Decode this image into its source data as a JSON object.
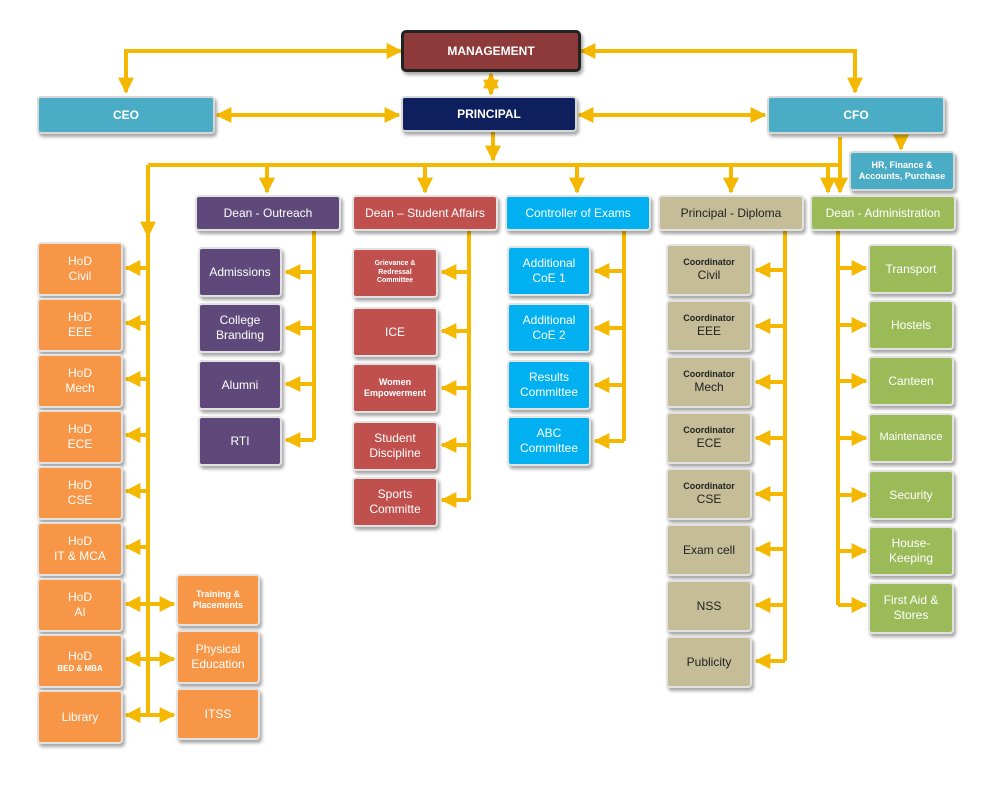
{
  "top": {
    "management": "MANAGEMENT",
    "principal": "PRINCIPAL",
    "ceo": "CEO",
    "cfo": "CFO",
    "hr_finance": "HR, Finance &\nAccounts, Purchase"
  },
  "headers": {
    "outreach": "Dean - Outreach",
    "student_affairs": "Dean – Student Affairs",
    "exams": "Controller of  Exams",
    "diploma": "Principal - Diploma",
    "administration": "Dean - Administration"
  },
  "hods": [
    "HoD\nCivil",
    "HoD\nEEE",
    "HoD\nMech",
    "HoD\nECE",
    "HoD\nCSE",
    "HoD\nIT & MCA",
    "HoD\nAI"
  ],
  "hod_bed": {
    "line1": "HoD",
    "line2": "BED & MBA"
  },
  "library": "Library",
  "side_units": [
    "Training &\nPlacements",
    "Physical\nEducation",
    "ITSS"
  ],
  "outreach_items": [
    "Admissions",
    "College\nBranding",
    "Alumni",
    "RTI"
  ],
  "student_affairs_items": [
    "Grievance &\nRedressal\nCommittee",
    "ICE",
    "Women\nEmpowerment",
    "Student\nDiscipline",
    "Sports\nCommitte"
  ],
  "exam_items": [
    "Additional\nCoE 1",
    "Additional\nCoE 2",
    "Results\nCommittee",
    "ABC\nCommittee"
  ],
  "diploma_coordinators": [
    {
      "role": "Coordinator",
      "dept": "Civil"
    },
    {
      "role": "Coordinator",
      "dept": "EEE"
    },
    {
      "role": "Coordinator",
      "dept": "Mech"
    },
    {
      "role": "Coordinator",
      "dept": "ECE"
    },
    {
      "role": "Coordinator",
      "dept": "CSE"
    }
  ],
  "diploma_items": [
    "Exam cell",
    "NSS",
    "Publicity"
  ],
  "admin_items": [
    "Transport",
    "Hostels",
    "Canteen",
    "Maintenance",
    "Security",
    "House-\nKeeping",
    "First Aid &\nStores"
  ],
  "colors": {
    "connector": "#f5b800",
    "management": "#8e3a3a",
    "principal": "#0d1f5c",
    "teal": "#4bacc6",
    "purple": "#5f497a",
    "red": "#c0504d",
    "blue": "#00b0f0",
    "tan": "#c4bd97",
    "green": "#9bbb59",
    "orange": "#f79646"
  }
}
